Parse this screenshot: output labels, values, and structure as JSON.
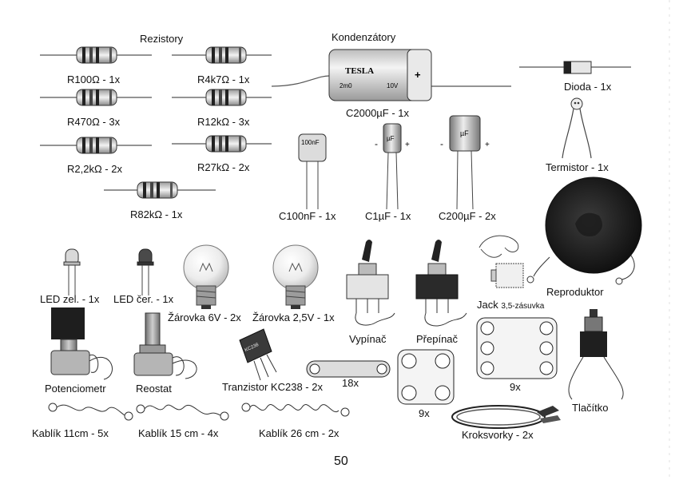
{
  "sections": {
    "resistors": "Rezistory",
    "capacitors": "Kondenzátory"
  },
  "resistors": [
    {
      "label": "R100Ω - 1x"
    },
    {
      "label": "R4k7Ω - 1x"
    },
    {
      "label": "R470Ω - 3x"
    },
    {
      "label": "R12kΩ - 3x"
    },
    {
      "label": "R2,2kΩ - 2x"
    },
    {
      "label": "R27kΩ - 2x"
    },
    {
      "label": "R82kΩ - 1x"
    }
  ],
  "capacitors": {
    "big_label": "C2000µF - 1x",
    "brand": "TESLA",
    "marking_left": "2m0",
    "marking_right": "10V",
    "plus": "+",
    "c100n_label": "C100nF - 1x",
    "c100n_marking": "100nF",
    "c1u_label": "C1µF - 1x",
    "c200u_label": "C200µF - 2x",
    "elec_marking": "µF",
    "minus": "-"
  },
  "diode": "Dioda - 1x",
  "thermistor": "Termistor - 1x",
  "speaker": "Reproduktor",
  "leds": {
    "green": "LED zel. - 1x",
    "red": "LED čer. - 1x"
  },
  "bulbs": {
    "b6v": "Žárovka 6V - 2x",
    "b25v": "Žárovka 2,5V - 1x"
  },
  "switch": "Vypínač",
  "toggle": "Přepínač",
  "jack": {
    "main": "Jack",
    "small": "3,5-zásuvka"
  },
  "pot": "Potenciometr",
  "rheostat": "Reostat",
  "transistor": {
    "label": "Tranzistor KC238 - 2x",
    "marking": "KC238"
  },
  "connector_links": "18x",
  "plate_small": "9x",
  "plate_big": "9x",
  "button": "Tlačítko",
  "cables": {
    "c11": "Kablík 11cm - 5x",
    "c15": "Kablík 15 cm - 4x",
    "c26": "Kablík 26 cm - 2x"
  },
  "clips": "Kroksvorky - 2x",
  "page_number": "50"
}
